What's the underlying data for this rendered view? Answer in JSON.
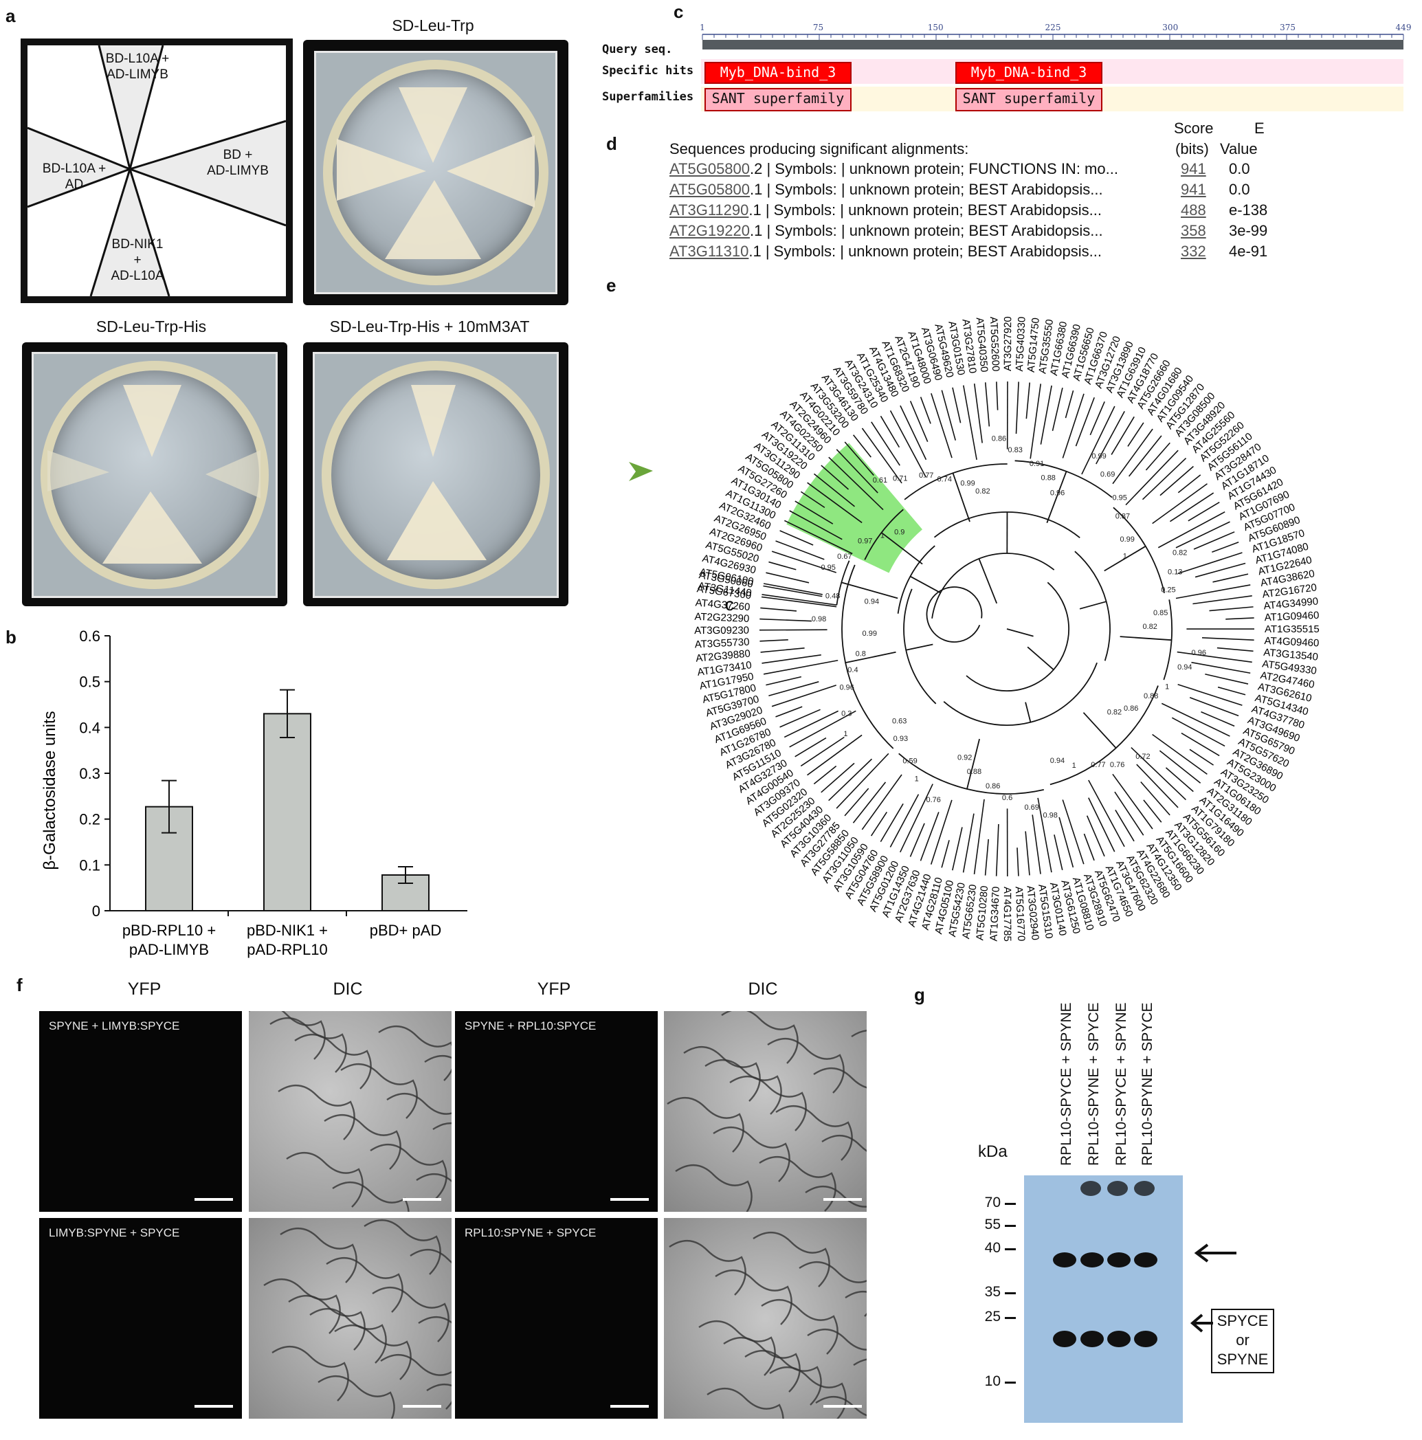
{
  "panels": {
    "a": {
      "label": "a",
      "diagram": {
        "top": "BD-L10A +\nAD-LIMYB",
        "left": "BD-L10A +\nAD",
        "right": "BD +\nAD-LIMYB",
        "bottom": "BD-NIK1\n+\nAD-L10A"
      },
      "plates": [
        "SD-Leu-Trp",
        "SD-Leu-Trp-His",
        "SD-Leu-Trp-His + 10mM3AT"
      ]
    },
    "b": {
      "label": "b",
      "chart_data": {
        "type": "bar",
        "categories": [
          "pBD-RPL10 +\npAD-LIMYB",
          "pBD-NIK1 +\npAD-RPL10",
          "pBD+ pAD"
        ],
        "values": [
          0.227,
          0.43,
          0.078
        ],
        "errors": [
          0.057,
          0.052,
          0.018
        ],
        "ylabel": "β-Galactosidase units",
        "ylim": [
          0,
          0.6
        ],
        "yticks": [
          "0",
          "0.1",
          "0.2",
          "0.3",
          "0.4",
          "0.5",
          "0.6"
        ],
        "color": "#c4c8c4"
      }
    },
    "c": {
      "label": "c",
      "ticks": [
        "1",
        "75",
        "150",
        "225",
        "300",
        "375",
        "449"
      ],
      "rows": [
        "Query seq.",
        "Specific hits",
        "Superfamilies"
      ],
      "hits": [
        "Myb_DNA-bind_3",
        "Myb_DNA-bind_3"
      ],
      "superfamilies": [
        "SANT superfamily",
        "SANT superfamily"
      ],
      "colors": {
        "hit": "#ff0000",
        "superfamily": "#ffb0c0",
        "hits_band": "#ffe6f0",
        "super_band": "#fff8e0"
      }
    },
    "d": {
      "label": "d",
      "header": "Sequences producing significant alignments:",
      "col_score": "Score",
      "col_e": "E",
      "col_bits": "(bits)",
      "col_value": "Value",
      "rows": [
        {
          "id": "AT5G05800",
          "suffix": ".2 | Symbols: | unknown protein; FUNCTIONS IN: mo...",
          "score": "941",
          "e": "0.0"
        },
        {
          "id": "AT5G05800",
          "suffix": ".1 | Symbols: | unknown protein; BEST Arabidopsis...",
          "score": "941",
          "e": "0.0"
        },
        {
          "id": "AT3G11290",
          "suffix": ".1 | Symbols: | unknown protein; BEST Arabidopsis...",
          "score": "488",
          "e": "e-138"
        },
        {
          "id": "AT2G19220",
          "suffix": ".1 | Symbols: | unknown protein; BEST Arabidopsis...",
          "score": "358",
          "e": "3e-99"
        },
        {
          "id": "AT3G11310",
          "suffix": ".1 | Symbols: | unknown protein; BEST Arabidopsis...",
          "score": "332",
          "e": "4e-91"
        }
      ]
    },
    "e": {
      "label": "e",
      "center_label": "c",
      "leaves": [
        "AT3G11440",
        "AT5G06100",
        "AT4G26930",
        "AT5G55020",
        "AT2G26960",
        "AT2G26950",
        "AT2G32460",
        "AT1G11300",
        "AT1G30140",
        "AT5G27260",
        "AT5G05800",
        "AT3G11290",
        "AT3G19220",
        "AT2G11310",
        "AT4G02250",
        "AT2G24960",
        "AT4G02210",
        "AT3G53200",
        "AT3G46130",
        "AT3G59780",
        "AT3G24310",
        "AT1G25340",
        "AT4G13480",
        "AT1G68320",
        "AT2G47190",
        "AT1G48000",
        "AT3G06490",
        "AT5G49620",
        "AT3G01530",
        "AT3G27810",
        "AT5G40350",
        "AT5G52600",
        "AT3G27920",
        "AT5G40330",
        "AT5G14750",
        "AT5G35550",
        "AT1G66380",
        "AT1G66390",
        "AT1G56650",
        "AT1G66370",
        "AT3G12720",
        "AT3G13890",
        "AT1G63910",
        "AT4G18770",
        "AT5G26660",
        "AT4G01680",
        "AT1G09540",
        "AT5G12870",
        "AT3G08500",
        "AT3G48920",
        "AT4G25560",
        "AT5G52260",
        "AT5G56110",
        "AT3G28470",
        "AT1G18710",
        "AT1G74430",
        "AT5G61420",
        "AT1G07690",
        "AT5G07700",
        "AT5G60890",
        "AT1G18570",
        "AT1G74080",
        "AT1G22640",
        "AT4G38620",
        "AT2G16720",
        "AT4G34990",
        "AT1G09460",
        "AT1G35515",
        "AT4G09460",
        "AT3G13540",
        "AT5G49330",
        "AT2G47460",
        "AT3G62610",
        "AT5G14340",
        "AT4G37780",
        "AT3G49690",
        "AT5G65790",
        "AT5G57620",
        "AT2G36890",
        "AT5G23000",
        "AT3G23250",
        "AT1G06180",
        "AT2G31180",
        "AT1G16490",
        "AT1G79180",
        "AT5G56160",
        "AT3G12820",
        "AT1G66230",
        "AT5G16600",
        "AT4G12350",
        "AT4G22680",
        "AT5G62320",
        "AT3G47600",
        "AT1G74650",
        "AT5G62470",
        "AT3G28910",
        "AT1G08810",
        "AT3G61250",
        "AT3G01140",
        "AT5G15310",
        "AT3G02940",
        "AT5G16770",
        "AT4G17785",
        "AT1G34670",
        "AT5G10280",
        "AT5G65230",
        "AT5G54230",
        "AT4G05100",
        "AT4G28110",
        "AT4G21440",
        "AT2G37630",
        "AT1G14350",
        "AT5G01200",
        "AT5G58900",
        "AT5G04760",
        "AT3G10590",
        "AT3G11050",
        "AT5G58850",
        "AT3G27785",
        "AT3G10360",
        "AT5G40430",
        "AT2G25230",
        "AT5G02320",
        "AT3G09370",
        "AT4G00540",
        "AT4G32730",
        "AT5G11510",
        "AT3G26780",
        "AT1G26780",
        "AT1G69560",
        "AT3G29020",
        "AT5G39700",
        "AT5G17800",
        "AT1G17950",
        "AT1G73410",
        "AT2G39880",
        "AT3G55730",
        "AT3G09230",
        "AT2G23290",
        "AT4G37260",
        "AT5G67300",
        "AT3G50060"
      ],
      "bootstrap": [
        "0.94",
        "0.95",
        "0.67",
        "0.97",
        "1",
        "0.9",
        "0.61",
        "0.71",
        "0.77",
        "0.74",
        "0.99",
        "0.82",
        "0.86",
        "0.83",
        "0.91",
        "0.88",
        "0.96",
        "0.99",
        "0.69",
        "0.95",
        "0.87",
        "0.99",
        "1",
        "0.82",
        "0.13",
        "0.25",
        "0.85",
        "0.82",
        "0.96",
        "0.94",
        "1",
        "0.88",
        "0.86",
        "0.82",
        "0.72",
        "0.76",
        "0.77",
        "1",
        "0.94",
        "0.98",
        "0.69",
        "0.6",
        "0.86",
        "0.88",
        "0.92",
        "0.76",
        "1",
        "0.59",
        "0.93",
        "0.63",
        "1",
        "0.3",
        "0.96",
        "0.4",
        "0.8",
        "0.99",
        "0.98",
        "0.48"
      ],
      "highlight_color": "#7be36a",
      "arrow_color": "#6aa53a"
    },
    "f": {
      "label": "f",
      "col_titles": [
        "YFP",
        "DIC",
        "YFP",
        "DIC"
      ],
      "image_labels": [
        "SPYNE + LIMYB:SPYCE",
        "SPYNE + RPL10:SPYCE",
        "LIMYB:SPYNE + SPYCE",
        "RPL10:SPYNE + SPYCE"
      ]
    },
    "g": {
      "label": "g",
      "lanes": [
        "RPL10-SPYCE + SPYNE",
        "RPL10-SPYNE + SPYCE",
        "RPL10-SPYCE + SPYNE",
        "RPL10-SPYNE + SPYCE"
      ],
      "kda_title": "kDa",
      "markers": [
        "70",
        "55",
        "40",
        "35",
        "25",
        "10"
      ],
      "annotation": "SPYCE\nor\nSPYNE",
      "gel_color": "#9fc0e0"
    }
  }
}
